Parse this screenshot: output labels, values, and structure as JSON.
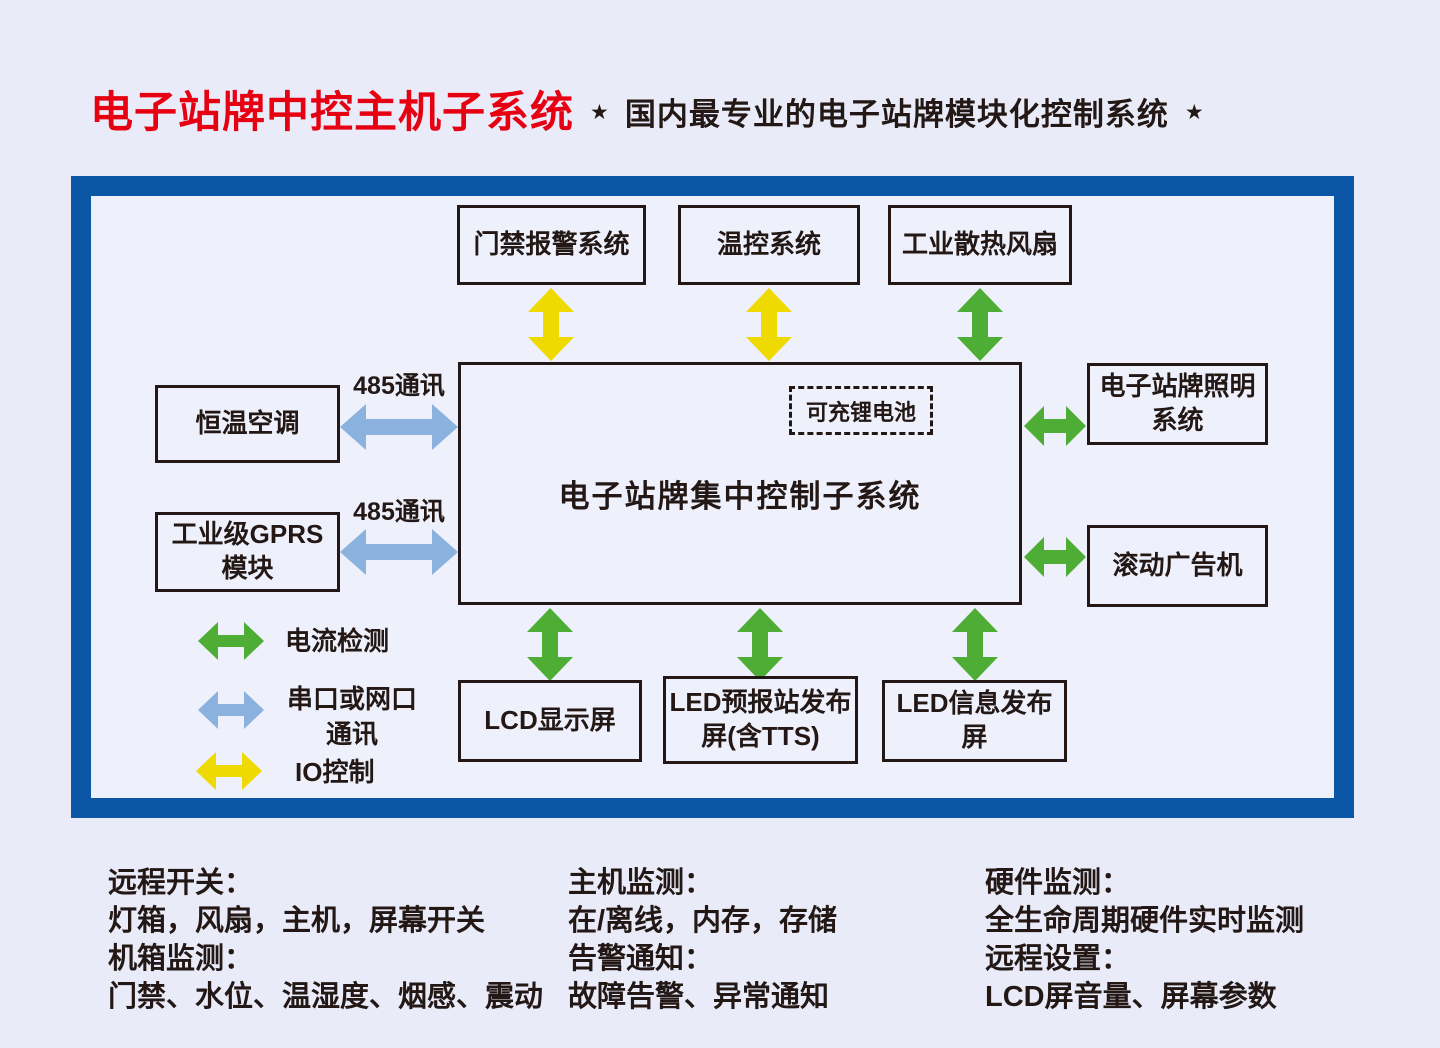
{
  "title": {
    "main": "电子站牌中控主机子系统",
    "star": "★",
    "subtitle": "国内最专业的电子站牌模块化控制系统"
  },
  "colors": {
    "bg": "#e9ecf8",
    "inner-bg": "#eef1fb",
    "frame-blue": "#0b57a5",
    "title-red": "#e60012",
    "box-border": "#231815",
    "text": "#231815",
    "arrow-green": "#4ead34",
    "arrow-blue": "#8bb1de",
    "arrow-yellow": "#eed900"
  },
  "diagram": {
    "center": {
      "label": "电子站牌集中控制子系统",
      "battery_label": "可充锂电池"
    },
    "top_nodes": [
      {
        "label": "门禁报警系统",
        "arrow_color": "yellow"
      },
      {
        "label": "温控系统",
        "arrow_color": "yellow"
      },
      {
        "label": "工业散热风扇",
        "arrow_color": "green"
      }
    ],
    "left_nodes": [
      {
        "label": "恒温空调",
        "link_label": "485通讯",
        "arrow_color": "blue"
      },
      {
        "label": "工业级GPRS\n模块",
        "link_label": "485通讯",
        "arrow_color": "blue"
      }
    ],
    "right_nodes": [
      {
        "label": "电子站牌照明\n系统",
        "arrow_color": "green"
      },
      {
        "label": "滚动广告机",
        "arrow_color": "green"
      }
    ],
    "bottom_nodes": [
      {
        "label": "LCD显示屏",
        "arrow_color": "green"
      },
      {
        "label": "LED预报站发布\n屏(含TTS)",
        "arrow_color": "green"
      },
      {
        "label": "LED信息发布屏",
        "arrow_color": "green"
      }
    ],
    "legend": [
      {
        "color": "green",
        "label": "电流检测"
      },
      {
        "color": "blue",
        "label": "串口或网口\n通讯"
      },
      {
        "color": "yellow",
        "label": "IO控制"
      }
    ]
  },
  "footer": {
    "columns": [
      {
        "lines": [
          "远程开关：",
          "灯箱，风扇，主机，屏幕开关",
          "机箱监测：",
          "门禁、水位、温湿度、烟感、震动"
        ]
      },
      {
        "lines": [
          "主机监测：",
          "在/离线，内存，存储",
          "告警通知：",
          "故障告警、异常通知"
        ]
      },
      {
        "lines": [
          "硬件监测：",
          "全生命周期硬件实时监测",
          "远程设置：",
          "LCD屏音量、屏幕参数"
        ]
      }
    ]
  }
}
